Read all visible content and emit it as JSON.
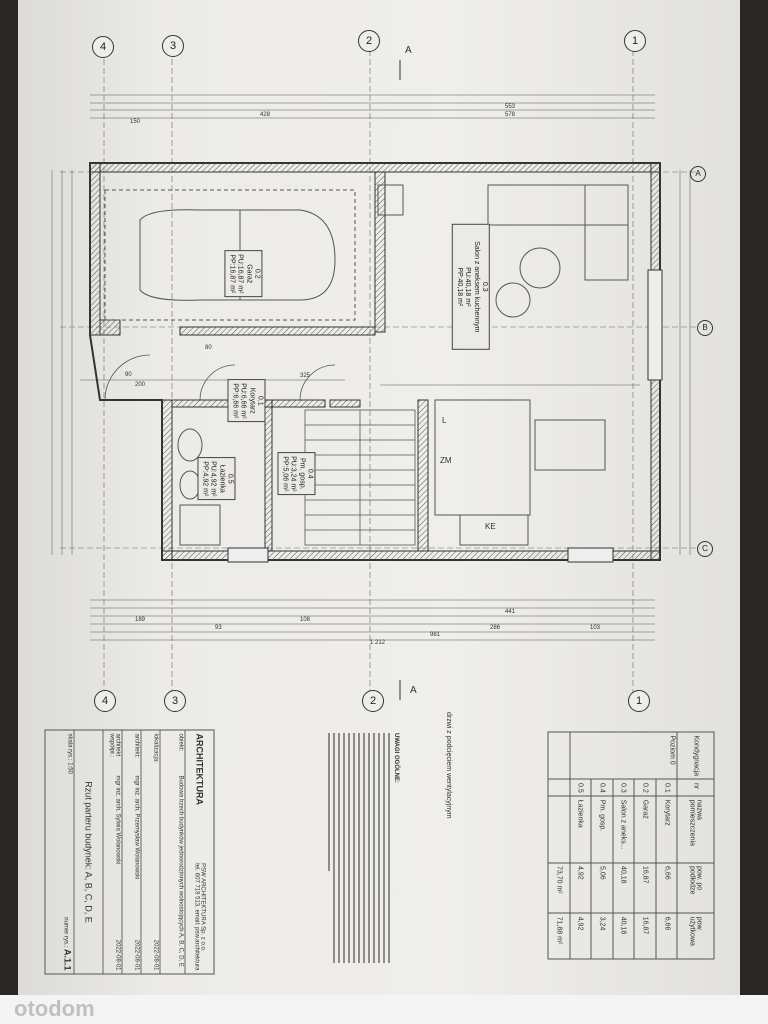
{
  "grid": {
    "axes_num": [
      "1",
      "2",
      "3",
      "4"
    ],
    "axes_let": [
      "A",
      "B",
      "C"
    ]
  },
  "section_marks": [
    "A",
    "A"
  ],
  "dimensions": [
    "553",
    "428",
    "150",
    "578",
    "441",
    "981",
    "1 212",
    "189",
    "93",
    "108",
    "103",
    "286",
    "325",
    "200",
    "90",
    "80"
  ],
  "rooms": [
    {
      "nr": "0.1",
      "name": "Korytarz",
      "pu": "PU:6,66 m²",
      "pp": "PP:6,66 m²"
    },
    {
      "nr": "0.2",
      "name": "Garaż",
      "pu": "PU:16,87 m²",
      "pp": "PP:16,87 m²"
    },
    {
      "nr": "0.3",
      "name": "Salon z aneksem kuchennym",
      "pu": "PU:40,18 m²",
      "pp": "PP:40,18 m²"
    },
    {
      "nr": "0.4",
      "name": "Pm. gosp.",
      "pu": "PU:3,24 m²",
      "pp": "PP:5,06 m²"
    },
    {
      "nr": "0.5",
      "name": "Łazienka",
      "pu": "PU:4,92 m²",
      "pp": "PP:4,92 m²"
    }
  ],
  "kitchen_labels": [
    "L",
    "ZM",
    "KE"
  ],
  "area_table": {
    "headers": [
      "Kondygnacja",
      "nr",
      "nazwa pomieszczenia",
      "pow. po podłodze",
      "pow. użytkowa"
    ],
    "level": "Poziom 0",
    "rows": [
      [
        "0.1",
        "Korytarz",
        "6,66",
        "6,66"
      ],
      [
        "0.2",
        "Garaż",
        "16,87",
        "16,87"
      ],
      [
        "0.3",
        "Salon z aneks...",
        "40,18",
        "40,18"
      ],
      [
        "0.4",
        "Pm. gosp.",
        "5,06",
        "3,24"
      ],
      [
        "0.5",
        "Łazienka",
        "4,92",
        "4,92"
      ]
    ],
    "totals": [
      "73,70 m²",
      "71,88 m²"
    ]
  },
  "notes": {
    "title": "UWAGI OGÓLNE:",
    "door_legend": "drzwi z podcięciem wentylacyjnym"
  },
  "title_block": {
    "firm": "PSW ARCHITEKTURA Sp. z o.o.",
    "brand": "ARCHITEKTURA",
    "contact": "tel. 607 719 513, email: psw.architektura",
    "obiekt_label": "obiekt:",
    "obiekt": "Budowa trzech budynków jednorodzinnych wolnostojących A, B, C, D, E",
    "inwestycja_label": "lokalizacja:",
    "architekt_label": "architekt:",
    "architekt": "mgr inż. arch. Przemysław Wolanowski",
    "architekt2_label": "architekt współpr.:",
    "architekt2": "mgr inż. arch. Sylwia Wolanowski",
    "date1": "2022-08-01",
    "date2": "2022-08-01",
    "date3": "2022-08-01",
    "drawing_title": "Rzut parteru budynek: A, B, C, D, E",
    "scale_label": "skala rys.:",
    "scale": "1:50",
    "number_label": "numer rys.:",
    "number": "A.1.1"
  },
  "watermark": "otodom"
}
